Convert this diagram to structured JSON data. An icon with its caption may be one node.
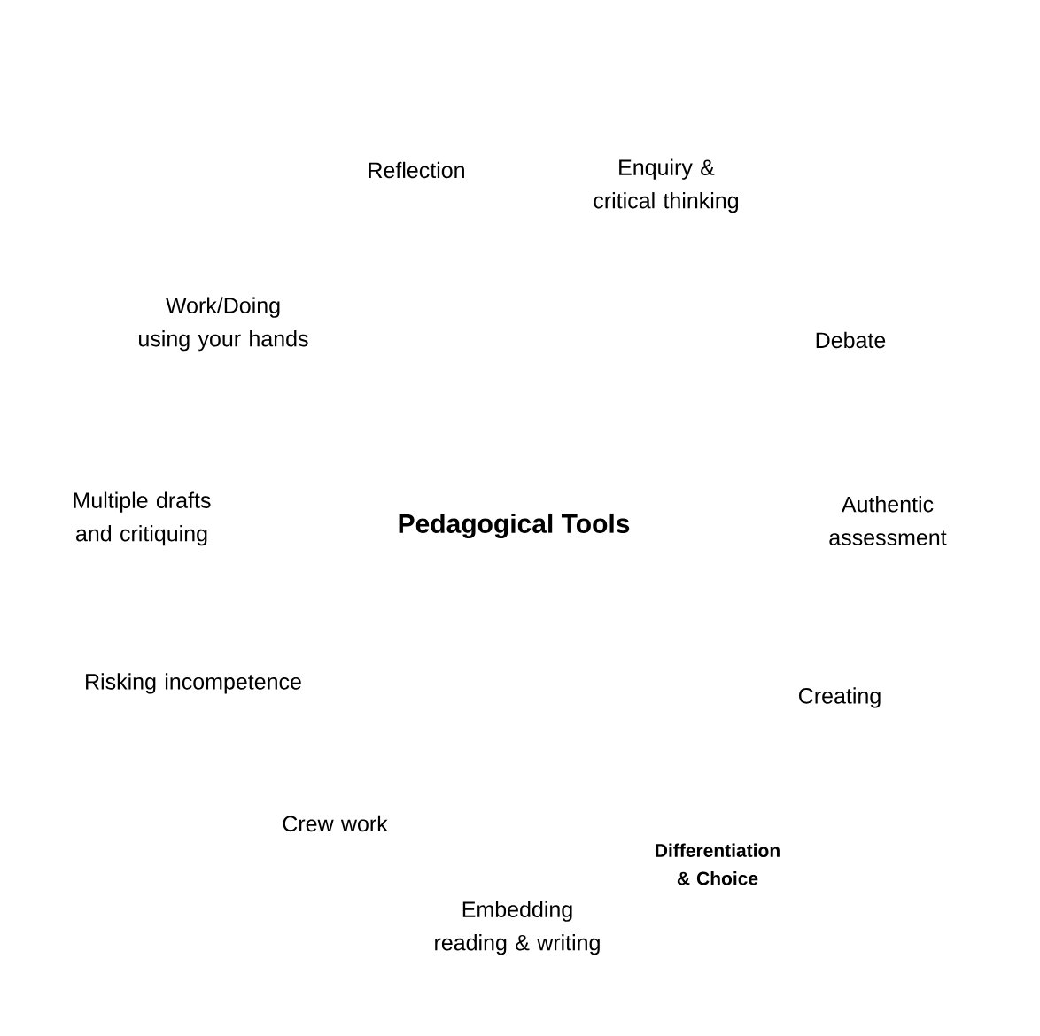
{
  "diagram": {
    "title": "Pedagogical Tools",
    "labels": [
      "Reflection",
      "Enquiry & critical thinking",
      "Debate",
      "Authentic assessment",
      "Creating",
      "Differentiation & Choice",
      "Embedding reading & writing",
      "Crew work",
      "Risking incompetence",
      "Multiple drafts and critiquing",
      "Work/Doing using your hands"
    ]
  }
}
